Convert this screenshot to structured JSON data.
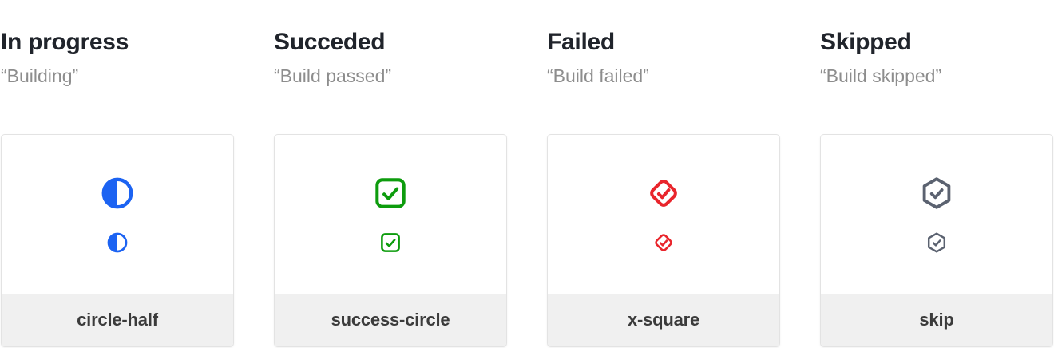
{
  "page": {
    "background": "#ffffff"
  },
  "columns": [
    {
      "heading": "In progress",
      "subtitle": "“Building”",
      "icon": "circle-half-icon",
      "icon_label": "circle-half",
      "icon_color": "#1c63f2"
    },
    {
      "heading": "Succeded",
      "subtitle": "“Build passed”",
      "icon": "check-square-icon",
      "icon_label": "success-circle",
      "icon_color": "#0d9c0d"
    },
    {
      "heading": "Failed",
      "subtitle": "“Build failed”",
      "icon": "check-diamond-icon",
      "icon_label": "x-square",
      "icon_color": "#e9252c"
    },
    {
      "heading": "Skipped",
      "subtitle": "“Build skipped”",
      "icon": "check-hexagon-icon",
      "icon_label": "skip",
      "icon_color": "#5b6270"
    }
  ],
  "colors": {
    "heading_text": "#20242b",
    "subtitle_text": "#8d8d8d",
    "card_background": "#ffffff",
    "card_border": "#e3e3e3",
    "footer_background": "#f0f0f0",
    "footer_text": "#3b3b3b"
  }
}
